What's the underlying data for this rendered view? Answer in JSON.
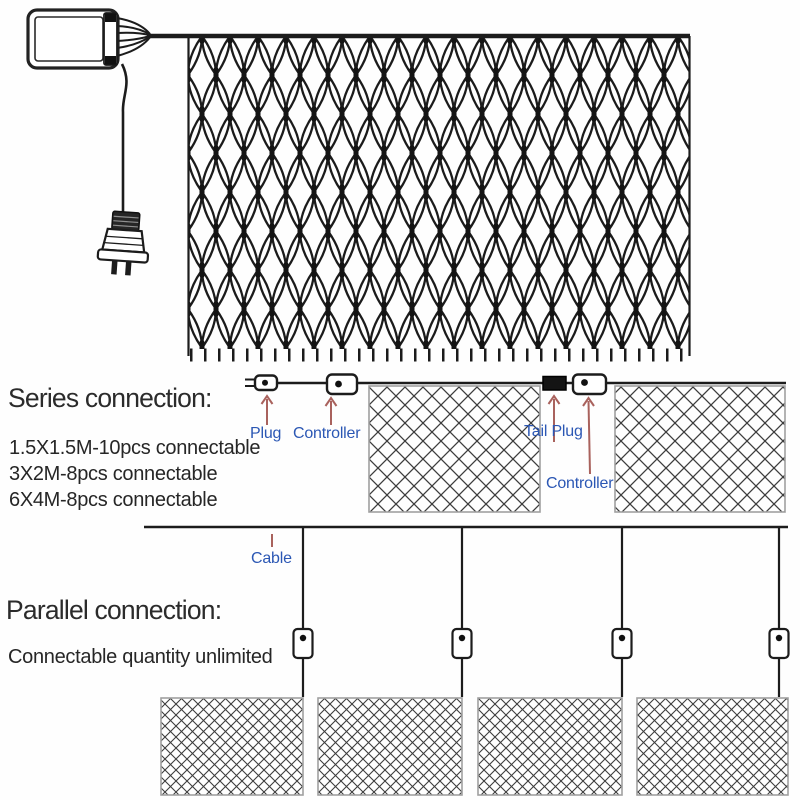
{
  "colors": {
    "label_blue": "#2b57b4",
    "arrow_red": "#a9625d",
    "line_ink": "#1c1c1c",
    "net_border_gray": "#a0a0a0"
  },
  "icons": {
    "controller_box": "controller-box-icon",
    "power_plug": "power-plug-icon",
    "mesh_net": "net-light-mesh",
    "tail_plug": "tail-plug-icon",
    "inline_controller": "inline-controller-icon"
  },
  "series": {
    "title": "Series connection:",
    "specs": [
      "1.5X1.5M-10pcs connectable",
      "3X2M-8pcs connectable",
      "6X4M-8pcs connectable"
    ],
    "labels": {
      "plug": "Plug",
      "controller": "Controller",
      "tail_plug": "Tail Plug",
      "controller2": "Controller"
    }
  },
  "parallel": {
    "title": "Parallel connection:",
    "subtitle": "Connectable quantity unlimited",
    "labels": {
      "cable": "Cable"
    }
  }
}
